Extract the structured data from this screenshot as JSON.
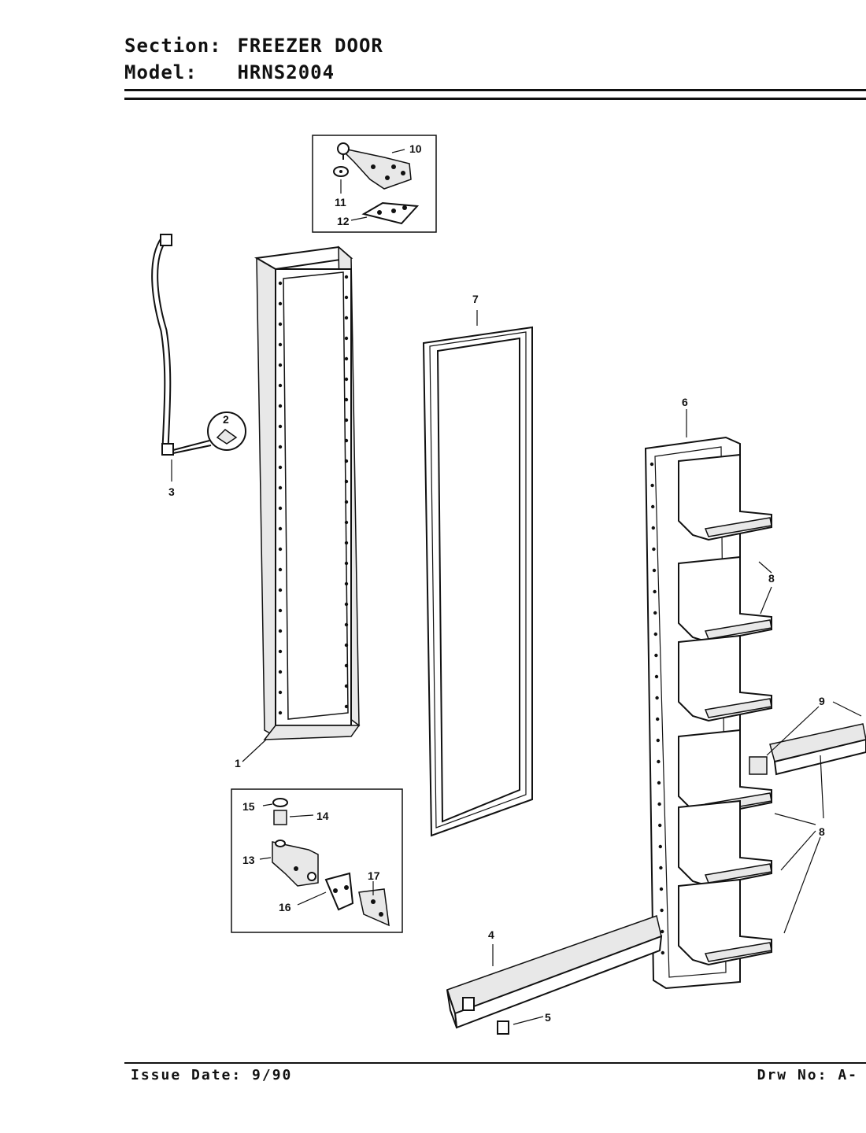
{
  "header": {
    "section_label": "Section:",
    "section_value": "FREEZER DOOR",
    "model_label": "Model:",
    "model_value": "HRNS2004"
  },
  "footer": {
    "issue_date": "Issue Date: 9/90",
    "drw_no": "Drw No: A-"
  },
  "callouts": [
    "1",
    "2",
    "3",
    "4",
    "5",
    "6",
    "7",
    "8",
    "8",
    "8",
    "9",
    "10",
    "11",
    "12",
    "13",
    "14",
    "15",
    "16",
    "17"
  ]
}
